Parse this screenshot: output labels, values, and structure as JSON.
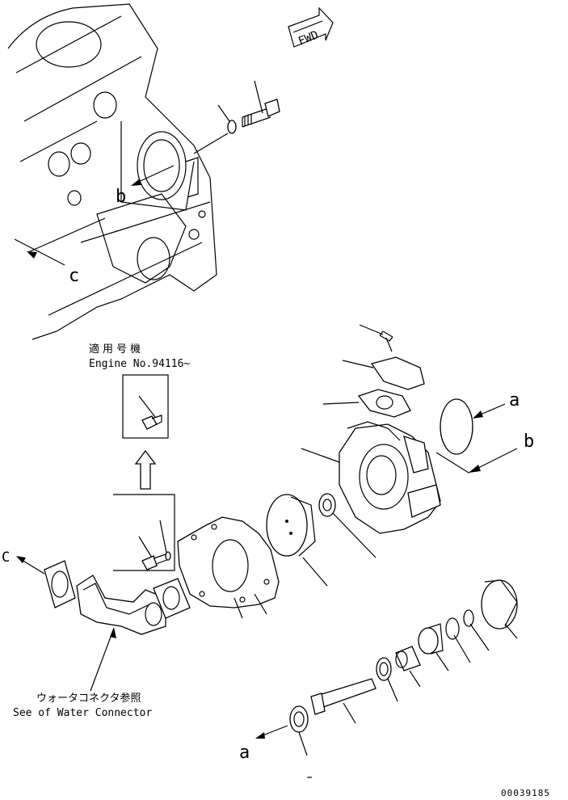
{
  "fwd_label": "FWD",
  "callouts": {
    "a_top": "a",
    "b_top": "b",
    "b_engine": "b",
    "c_engine": "c",
    "c_left": "C",
    "a_bottom": "a"
  },
  "applicability": {
    "line1": "適用号機",
    "line2": "Engine No.94116~"
  },
  "water_connector": {
    "jp": "ウォータコネクタ参照",
    "en": "See of Water Connector"
  },
  "drawing_number": "00039185"
}
